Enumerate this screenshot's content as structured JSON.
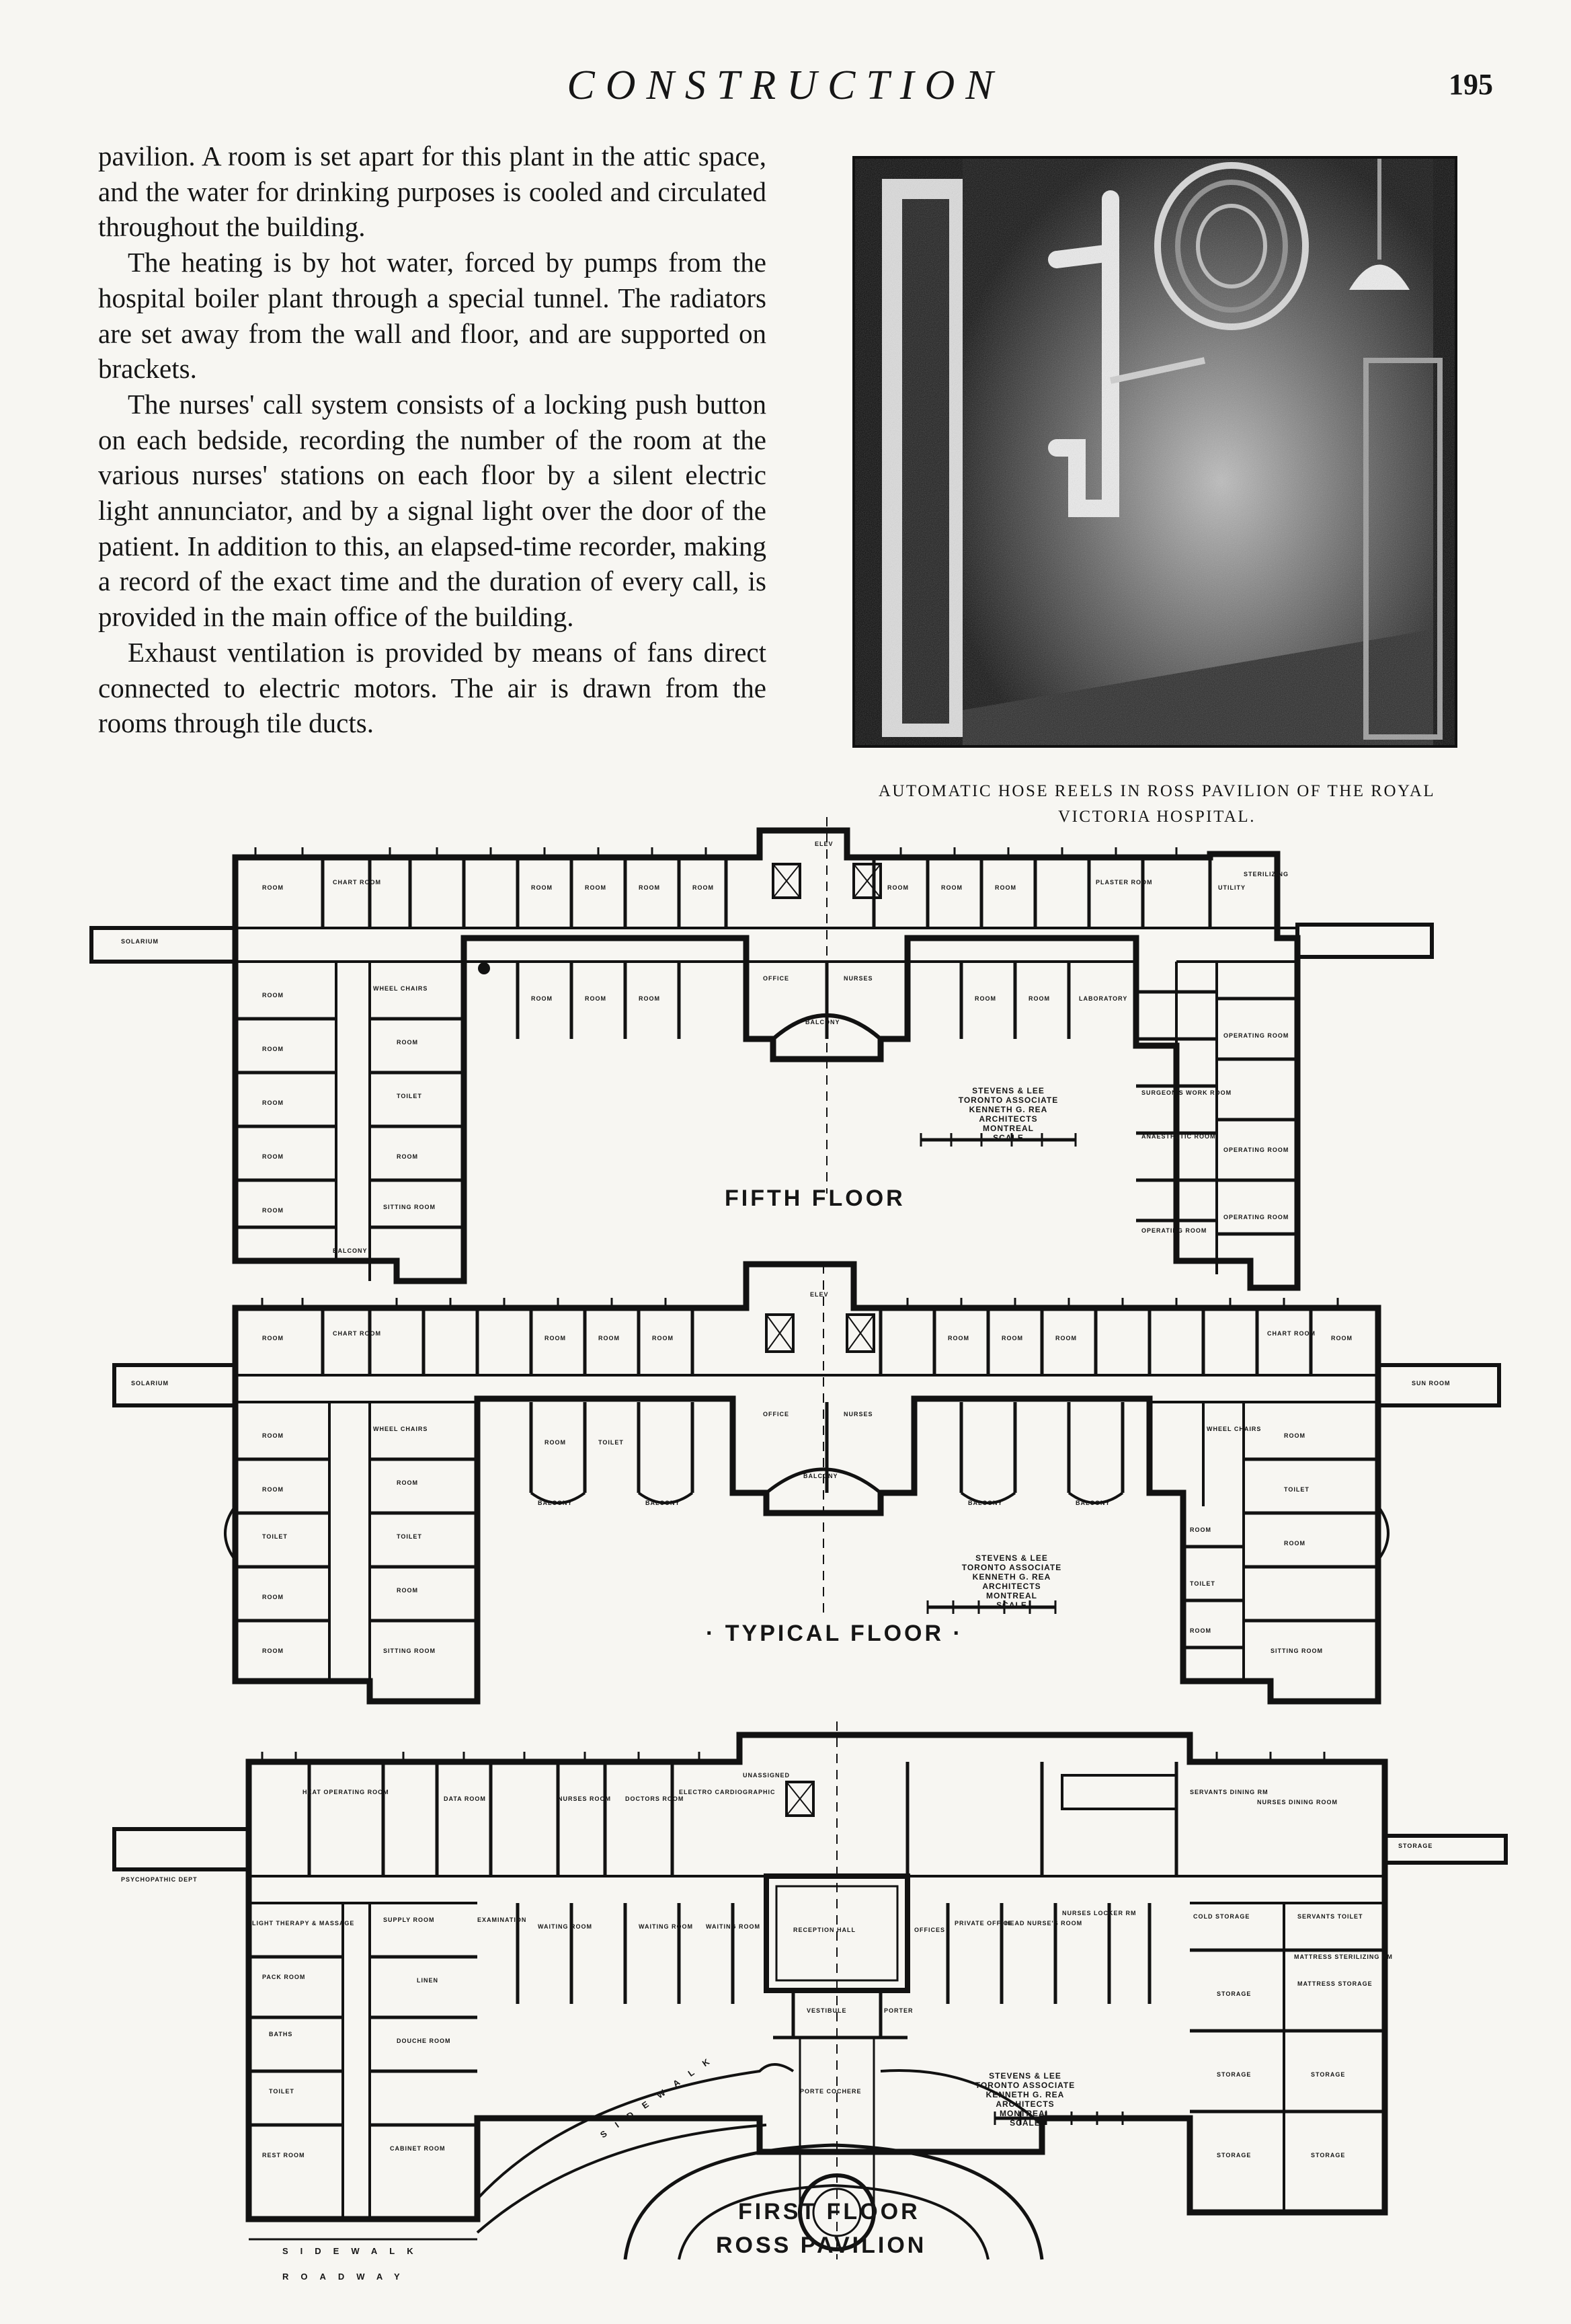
{
  "header": {
    "running_head": "CONSTRUCTION",
    "page_number": "195"
  },
  "body": {
    "paragraphs": [
      "pavilion. A room is set apart for this plant in the attic space, and the water for drinking purposes is cooled and circulated throughout the building.",
      "The heating is by hot water, forced by pumps from the hospital boiler plant through a special tunnel. The radiators are set away from the wall and floor, and are supported on brackets.",
      "The nurses' call system consists of a locking push button on each bedside, recording the number of the room at the various nurses' stations on each floor by a silent electric light annunciator, and by a signal light over the door of the patient. In addition to this, an elapsed-time recorder, making a record of the exact time and the duration of every call, is provided in the main office of the building.",
      "Exhaust ventilation is provided by means of fans direct connected to electric motors. The air is drawn from the rooms through tile ducts."
    ]
  },
  "photo": {
    "caption": "AUTOMATIC HOSE REELS IN ROSS PAVILION OF THE ROYAL VICTORIA HOSPITAL."
  },
  "plans": [
    {
      "title": "FIFTH FLOOR",
      "credit_lines": [
        "STEVENS & LEE",
        "TORONTO ASSOCIATE",
        "KENNETH G. REA ARCHITECTS",
        "MONTREAL",
        "SCALE"
      ],
      "labels": {
        "room": "ROOM",
        "office": "OFFICE",
        "nurses": "NURSES",
        "balcony": "BALCONY",
        "toilet": "TOILET",
        "wheel_chairs": "WHEEL CHAIRS",
        "sitting_room": "SITTING ROOM",
        "operating_room": "OPERATING ROOM",
        "laboratory": "LABORATORY",
        "utility": "UTILITY",
        "solarium": "SOLARIUM",
        "chart_room": "CHART ROOM",
        "sterilizing": "STERILIZING",
        "plaster_room": "PLASTER ROOM",
        "anaesthetic_room": "ANAESTHETIC ROOM",
        "surgeons_work_room": "SURGEON'S WORK ROOM",
        "elevator": "ELEV"
      }
    },
    {
      "title": "· TYPICAL FLOOR ·",
      "credit_lines": [
        "STEVENS & LEE",
        "TORONTO ASSOCIATE",
        "KENNETH G. REA ARCHITECTS",
        "MONTREAL",
        "SCALE"
      ],
      "labels": {
        "room": "ROOM",
        "office": "OFFICE",
        "nurses": "NURSES",
        "balcony": "BALCONY",
        "toilet": "TOILET",
        "wheel_chairs": "WHEEL CHAIRS",
        "sitting_room": "SITTING ROOM",
        "chart_room": "CHART ROOM",
        "solarium": "SOLARIUM",
        "sun_room": "SUN ROOM",
        "elevator": "ELEV"
      }
    },
    {
      "title_line1": "FIRST FLOOR",
      "title_line2": "ROSS PAVILION",
      "credit_lines": [
        "STEVENS & LEE",
        "TORONTO ASSOCIATE",
        "KENNETH G. REA ARCHITECTS",
        "MONTREAL",
        "SCALE"
      ],
      "labels": {
        "psychopathic_dept": "PSYCHOPATHIC DEPT",
        "heat_operating_room": "HEAT OPERATING ROOM",
        "data_room": "DATA ROOM",
        "nurses_room": "NURSES ROOM",
        "doctors_room": "DOCTORS ROOM",
        "electro_cardiographic": "ELECTRO CARDIOGRAPHIC",
        "unassigned": "UNASSIGNED",
        "servants_dining_rm": "SERVANTS DINING RM",
        "nurses_dining_room": "NURSES DINING ROOM",
        "storage": "STORAGE",
        "light_therapy": "LIGHT THERAPY & MASSAGE",
        "pack_room": "PACK ROOM",
        "baths": "BATHS",
        "toilet": "TOILET",
        "rest_room": "REST ROOM",
        "supply_room": "SUPPLY ROOM",
        "linen": "LINEN",
        "douche_room": "DOUCHE ROOM",
        "cabinet_room": "CABINET ROOM",
        "examination": "EXAMINATION",
        "waiting_room": "WAITING ROOM",
        "reception_hall": "RECEPTION HALL",
        "vestibule": "VESTIBULE",
        "porter": "PORTER",
        "porte_cochere": "PORTE COCHERE",
        "offices": "OFFICES",
        "private_office": "PRIVATE OFFICE",
        "head_nurses_room": "HEAD NURSE'S ROOM",
        "nurses_locker_rm": "NURSES LOCKER RM",
        "cold_storage": "COLD STORAGE",
        "servants_toilet": "SERVANTS TOILET",
        "mattress_sterilizing": "MATTRESS STERILIZING RM",
        "mattress_storage": "MATTRESS STORAGE",
        "sidewalk": "SIDEWALK",
        "roadway": "ROADWAY"
      }
    }
  ]
}
